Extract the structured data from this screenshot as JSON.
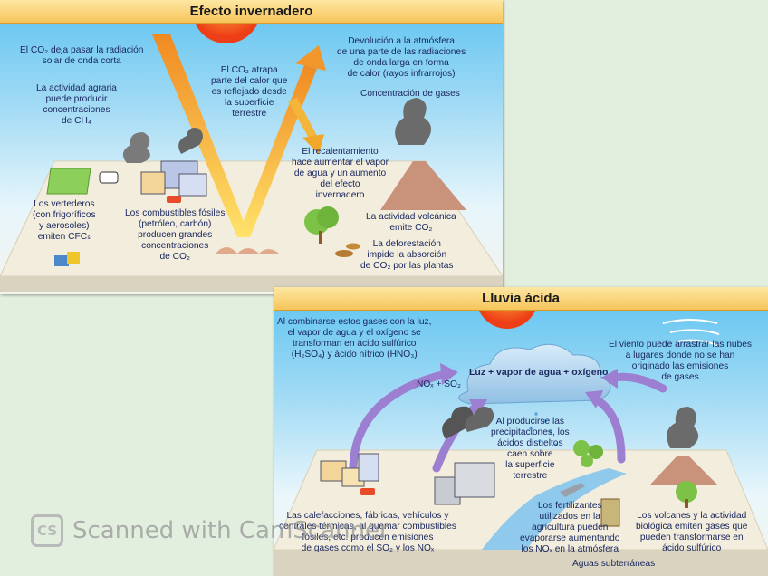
{
  "panel1": {
    "title": "Efecto invernadero",
    "labels": {
      "radiacion": [
        "El CO₂ deja pasar la radiación",
        "solar de onda corta"
      ],
      "agraria": [
        "La actividad agraria",
        "puede producir",
        "concentraciones",
        "de CH₄"
      ],
      "atrapa": [
        "El CO₂ atrapa",
        "parte del calor que",
        "es reflejado desde",
        "la superficie",
        "terrestre"
      ],
      "devolucion": [
        "Devolución a la atmósfera",
        "de una parte de las radiaciones",
        "de onda larga en forma",
        "de calor (rayos infrarrojos)"
      ],
      "concentracion": [
        "Concentración de gases"
      ],
      "recalentamiento": [
        "El recalentamiento",
        "hace aumentar el vapor",
        "de agua y un aumento",
        "del efecto",
        "invernadero"
      ],
      "vertederos": [
        "Los vertederos",
        "(con frigoríficos",
        "y aerosoles)",
        "emiten CFCₛ"
      ],
      "combustibles": [
        "Los combustibles fósiles",
        "(petróleo, carbón)",
        "producen grandes",
        "concentraciones",
        "de CO₂"
      ],
      "volcanica": [
        "La actividad volcánica",
        "emite CO₂"
      ],
      "deforestacion": [
        "La deforestación",
        "impide la absorción",
        "de CO₂ por las plantas"
      ]
    }
  },
  "panel2": {
    "title": "Lluvia ácida",
    "labels": {
      "combinarse": [
        "Al combinarse estos gases con la luz,",
        "el vapor de agua y el oxígeno se",
        "transforman en ácido sulfúrico",
        "(H₂SO₄) y ácido nítrico (HNO₃)"
      ],
      "nube": [
        "Luz + vapor de agua + oxígeno"
      ],
      "gases": [
        "NOₓ + SO₂"
      ],
      "viento": [
        "El viento puede arrastrar las nubes",
        "a lugares donde no se han",
        "originado las emisiones",
        "de gases"
      ],
      "precipitaciones": [
        "Al producirse las",
        "precipitaciones, los",
        "ácidos disueltos",
        "caen sobre",
        "la superficie",
        "terrestre"
      ],
      "calefacciones": [
        "Las calefacciones, fábricas, vehículos y",
        "centrales térmicas, al quemar combustibles",
        "fósiles, etc. producen emisiones",
        "de gases como el SO₂ y los NOₓ"
      ],
      "fertilizantes": [
        "Los fertilizantes",
        "utilizados en la",
        "agricultura pueden",
        "evaporarse aumentando",
        "los NOₓ en la atmósfera"
      ],
      "volcanes": [
        "Los volcanes y la actividad",
        "biológica emiten gases que",
        "pueden transformarse en",
        "ácido sulfúrico"
      ],
      "aguas": [
        "Aguas subterráneas"
      ]
    }
  },
  "watermark": {
    "badge": "CS",
    "text": "Scanned with CamScanner"
  },
  "colors": {
    "title_bg": "#f7c55b",
    "sun": "#f04a1e",
    "arrow_yellow": "#f2b824",
    "arrow_purple": "#9c7fd0",
    "text": "#1b2860"
  }
}
